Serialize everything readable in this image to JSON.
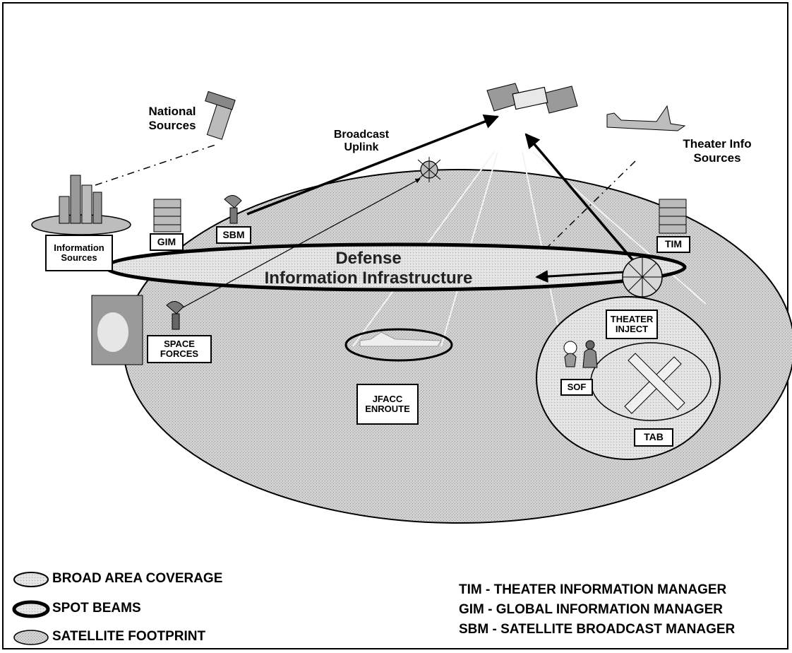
{
  "labels": {
    "national_sources": [
      "National",
      "Sources"
    ],
    "broadcast_uplink": [
      "Broadcast",
      "Uplink"
    ],
    "theater_info_sources": [
      "Theater Info",
      "Sources"
    ],
    "defense_info_infra": [
      "Defense",
      "Information Infrastructure"
    ]
  },
  "boxes": {
    "information_sources": [
      "Information",
      "Sources"
    ],
    "gim": "GIM",
    "sbm": "SBM",
    "tim": "TIM",
    "space_forces": [
      "SPACE",
      "FORCES"
    ],
    "theater_inject": [
      "THEATER",
      "INJECT"
    ],
    "jfacc_enroute": [
      "JFACC",
      "ENROUTE"
    ],
    "sof": "SOF",
    "tab": "TAB"
  },
  "legend": [
    {
      "label": "BROAD AREA COVERAGE",
      "style": "coverage"
    },
    {
      "label": "SPOT BEAMS",
      "style": "spot"
    },
    {
      "label": "SATELLITE FOOTPRINT",
      "style": "footprint"
    }
  ],
  "abbreviations": [
    "TIM - THEATER INFORMATION MANAGER",
    "GIM - GLOBAL INFORMATION MANAGER",
    "SBM - SATELLITE BROADCAST MANAGER"
  ],
  "colors": {
    "footprint_fill": "#c9c9c9",
    "beam_fill": "#dedede",
    "line": "#000000"
  }
}
